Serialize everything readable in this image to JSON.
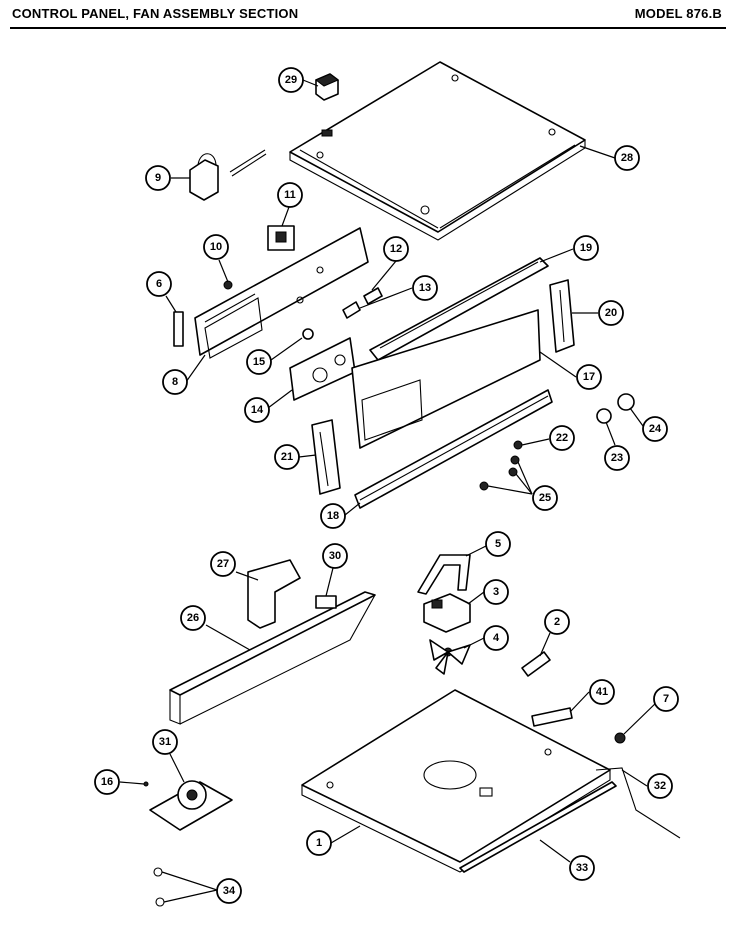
{
  "header": {
    "title": "CONTROL PANEL, FAN ASSEMBLY SECTION",
    "model": "MODEL  876.B"
  },
  "callouts": [
    "1",
    "2",
    "3",
    "4",
    "5",
    "6",
    "7",
    "8",
    "9",
    "10",
    "11",
    "12",
    "13",
    "14",
    "15",
    "16",
    "17",
    "18",
    "19",
    "20",
    "21",
    "22",
    "23",
    "24",
    "25",
    "26",
    "27",
    "28",
    "29",
    "30",
    "31",
    "32",
    "33",
    "34",
    "41"
  ]
}
